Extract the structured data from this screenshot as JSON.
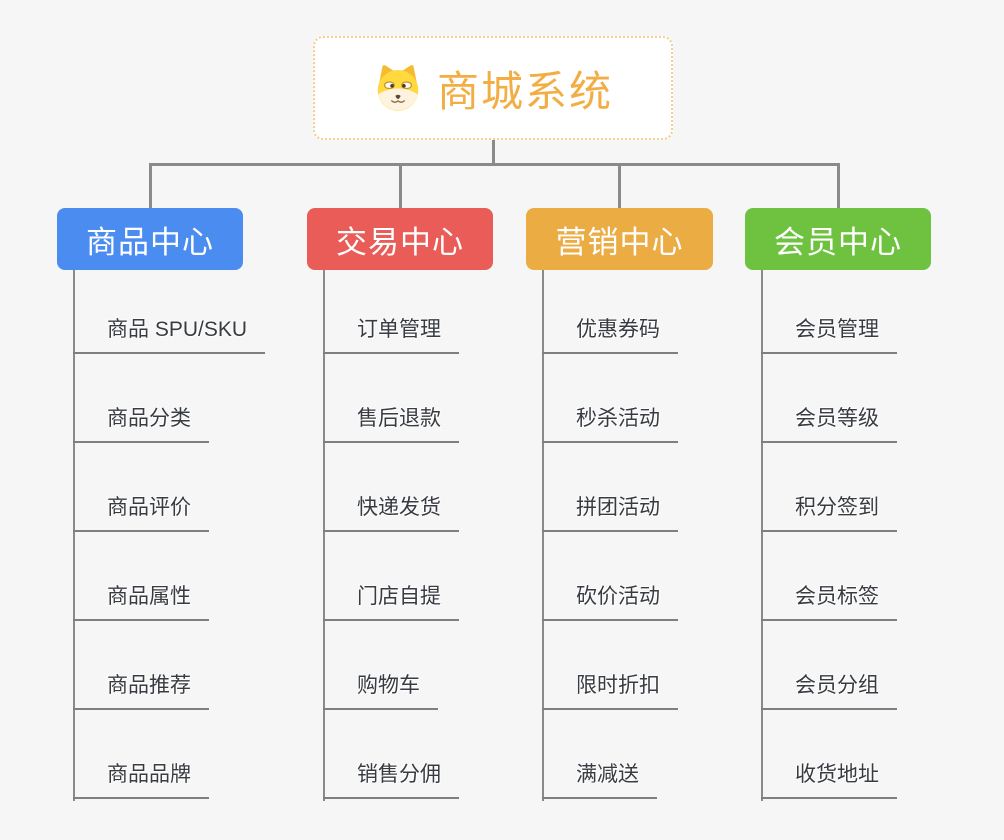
{
  "palette": {
    "background": "#f6f6f6",
    "connector": "#8a8a8a",
    "underline": "#7f7f7f",
    "leaf_text": "#383c42",
    "root_title_color": "#f2ae45",
    "root_border_color": "#f2cf8f"
  },
  "root": {
    "title": "商城系统",
    "icon": "dog-face-icon"
  },
  "branches": [
    {
      "label": "商品中心",
      "color": "#4a8cf0",
      "items": [
        "商品 SPU/SKU",
        "商品分类",
        "商品评价",
        "商品属性",
        "商品推荐",
        "商品品牌"
      ]
    },
    {
      "label": "交易中心",
      "color": "#e95c58",
      "items": [
        "订单管理",
        "售后退款",
        "快递发货",
        "门店自提",
        "购物车",
        "销售分佣"
      ]
    },
    {
      "label": "营销中心",
      "color": "#ecac44",
      "items": [
        "优惠券码",
        "秒杀活动",
        "拼团活动",
        "砍价活动",
        "限时折扣",
        "满减送"
      ]
    },
    {
      "label": "会员中心",
      "color": "#6ec23f",
      "items": [
        "会员管理",
        "会员等级",
        "积分签到",
        "会员标签",
        "会员分组",
        "收货地址"
      ]
    }
  ]
}
